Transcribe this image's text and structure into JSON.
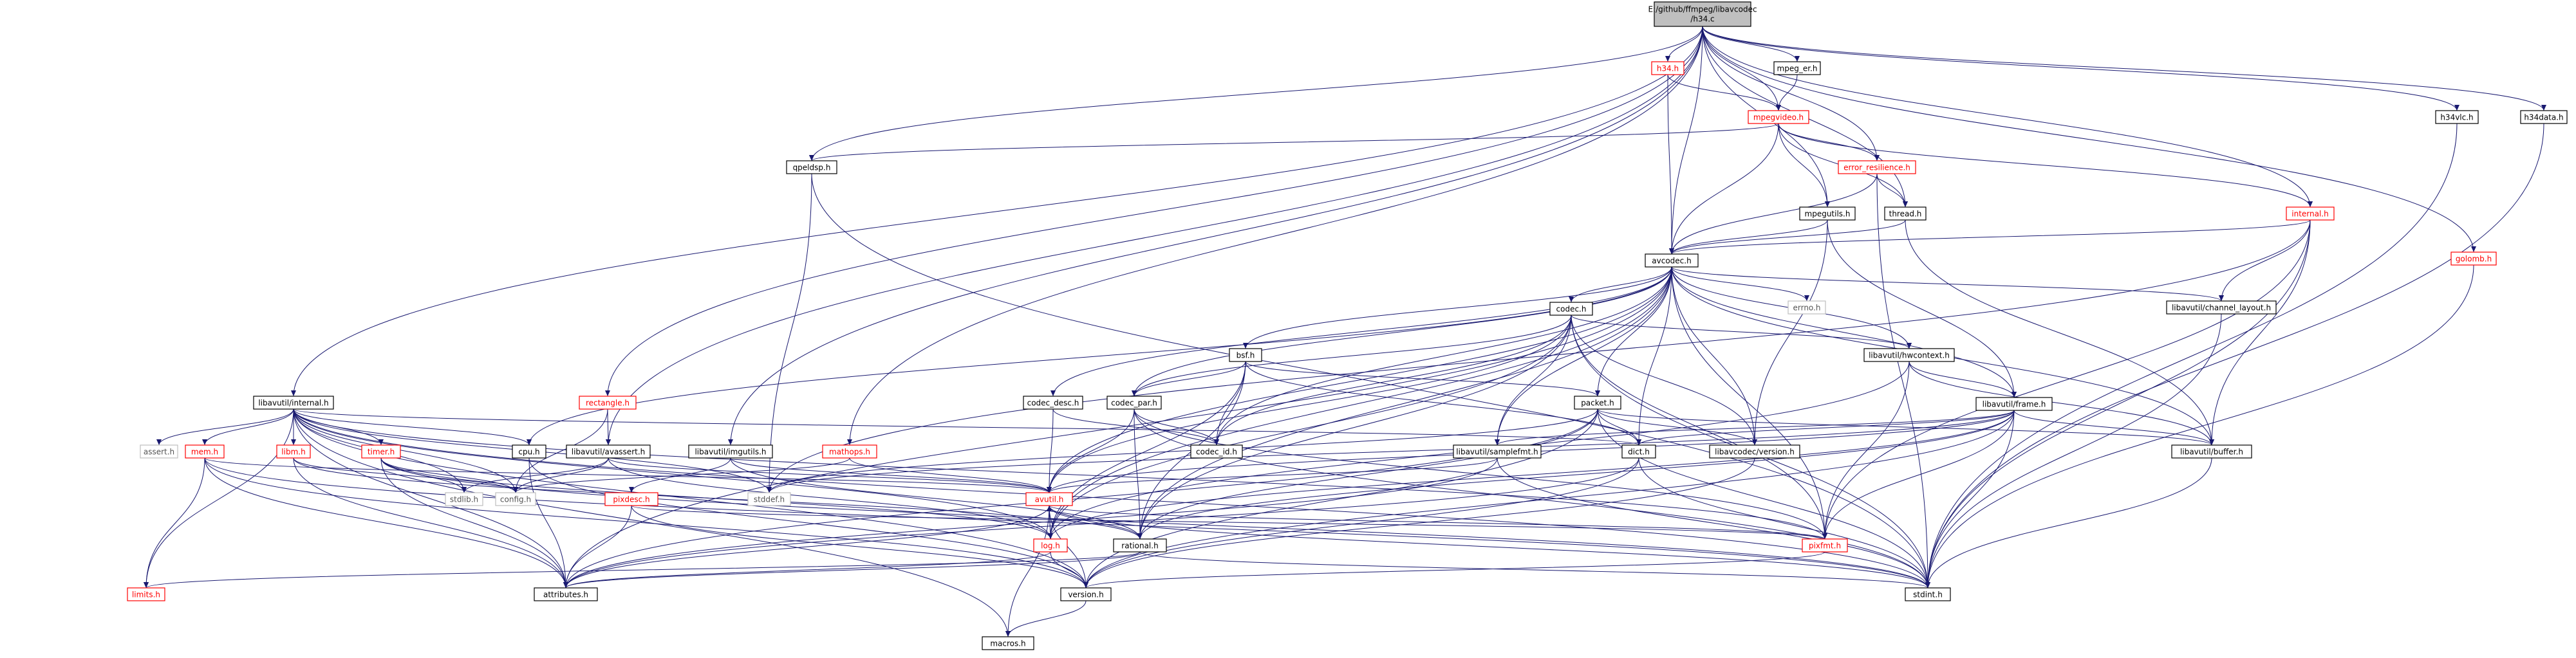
{
  "colors": {
    "edge": "#191970",
    "box_border": "#000000",
    "box_red": "#ff0000",
    "box_gray": "#bfbfbf",
    "root_fill": "#bfbfbf",
    "text_normal": "#000000",
    "text_red": "#ff0000",
    "text_gray": "#555555"
  },
  "graph": {
    "nodes": [
      {
        "id": "root",
        "label": "E:/github/ffmpeg/libavcodec/h34.c",
        "label2": "/h34.c",
        "label1": "E:/github/ffmpeg/libavcodec",
        "style": "root",
        "interactive": false
      },
      {
        "id": "h34h",
        "label": "h34.h",
        "style": "red"
      },
      {
        "id": "mpeg_er",
        "label": "mpeg_er.h",
        "style": "normal"
      },
      {
        "id": "h34vlc",
        "label": "h34vlc.h",
        "style": "normal"
      },
      {
        "id": "h34data",
        "label": "h34data.h",
        "style": "normal"
      },
      {
        "id": "mpegvideo",
        "label": "mpegvideo.h",
        "style": "red"
      },
      {
        "id": "idct",
        "label": "qpeldsp.h",
        "style": "normal"
      },
      {
        "id": "error_resilience",
        "label": "error_resilience.h",
        "style": "red"
      },
      {
        "id": "internal",
        "label": "internal.h",
        "style": "red"
      },
      {
        "id": "mpegutils",
        "label": "mpegutils.h",
        "style": "normal"
      },
      {
        "id": "thread",
        "label": "thread.h",
        "style": "normal"
      },
      {
        "id": "golomb",
        "label": "golomb.h",
        "style": "red"
      },
      {
        "id": "avcodec",
        "label": "avcodec.h",
        "style": "normal"
      },
      {
        "id": "errno",
        "label": "errno.h",
        "style": "gray"
      },
      {
        "id": "channel_layout",
        "label": "libavutil/channel_layout.h",
        "style": "normal"
      },
      {
        "id": "codec",
        "label": "codec.h",
        "style": "normal"
      },
      {
        "id": "hwcontext",
        "label": "libavutil/hwcontext.h",
        "style": "normal"
      },
      {
        "id": "bsf",
        "label": "bsf.h",
        "style": "normal"
      },
      {
        "id": "codec_desc",
        "label": "codec_desc.h",
        "style": "normal"
      },
      {
        "id": "codec_par",
        "label": "codec_par.h",
        "style": "normal"
      },
      {
        "id": "packet",
        "label": "packet.h",
        "style": "normal"
      },
      {
        "id": "frame",
        "label": "libavutil/frame.h",
        "style": "normal"
      },
      {
        "id": "internal_util",
        "label": "libavutil/internal.h",
        "style": "normal"
      },
      {
        "id": "rectangle",
        "label": "rectangle.h",
        "style": "red"
      },
      {
        "id": "imgutils",
        "label": "libavutil/imgutils.h",
        "style": "normal"
      },
      {
        "id": "mathops",
        "label": "mathops.h",
        "style": "red"
      },
      {
        "id": "assert_h",
        "label": "assert.h",
        "style": "gray"
      },
      {
        "id": "mem",
        "label": "mem.h",
        "style": "red"
      },
      {
        "id": "libm",
        "label": "libm.h",
        "style": "red"
      },
      {
        "id": "timer",
        "label": "timer.h",
        "style": "red"
      },
      {
        "id": "cpu",
        "label": "cpu.h",
        "style": "normal"
      },
      {
        "id": "avassert",
        "label": "libavutil/avassert.h",
        "style": "normal"
      },
      {
        "id": "codec_id",
        "label": "codec_id.h",
        "style": "normal"
      },
      {
        "id": "samplefmt",
        "label": "libavutil/samplefmt.h",
        "style": "normal"
      },
      {
        "id": "dict",
        "label": "dict.h",
        "style": "normal"
      },
      {
        "id": "lavc_version",
        "label": "libavcodec/version.h",
        "style": "normal"
      },
      {
        "id": "buffer",
        "label": "libavutil/buffer.h",
        "style": "normal"
      },
      {
        "id": "stdlib",
        "label": "stdlib.h",
        "style": "gray"
      },
      {
        "id": "config",
        "label": "config.h",
        "style": "gray"
      },
      {
        "id": "stddef",
        "label": "stddef.h",
        "style": "gray"
      },
      {
        "id": "pixdesc",
        "label": "pixdesc.h",
        "style": "red"
      },
      {
        "id": "avutil",
        "label": "avutil.h",
        "style": "red"
      },
      {
        "id": "log",
        "label": "log.h",
        "style": "red"
      },
      {
        "id": "rational",
        "label": "rational.h",
        "style": "normal"
      },
      {
        "id": "pixfmt",
        "label": "pixfmt.h",
        "style": "red"
      },
      {
        "id": "limits",
        "label": "limits.h",
        "style": "red"
      },
      {
        "id": "attributes",
        "label": "attributes.h",
        "style": "normal"
      },
      {
        "id": "version",
        "label": "version.h",
        "style": "normal"
      },
      {
        "id": "stdint",
        "label": "stdint.h",
        "style": "normal"
      },
      {
        "id": "macros",
        "label": "macros.h",
        "style": "normal"
      }
    ]
  }
}
